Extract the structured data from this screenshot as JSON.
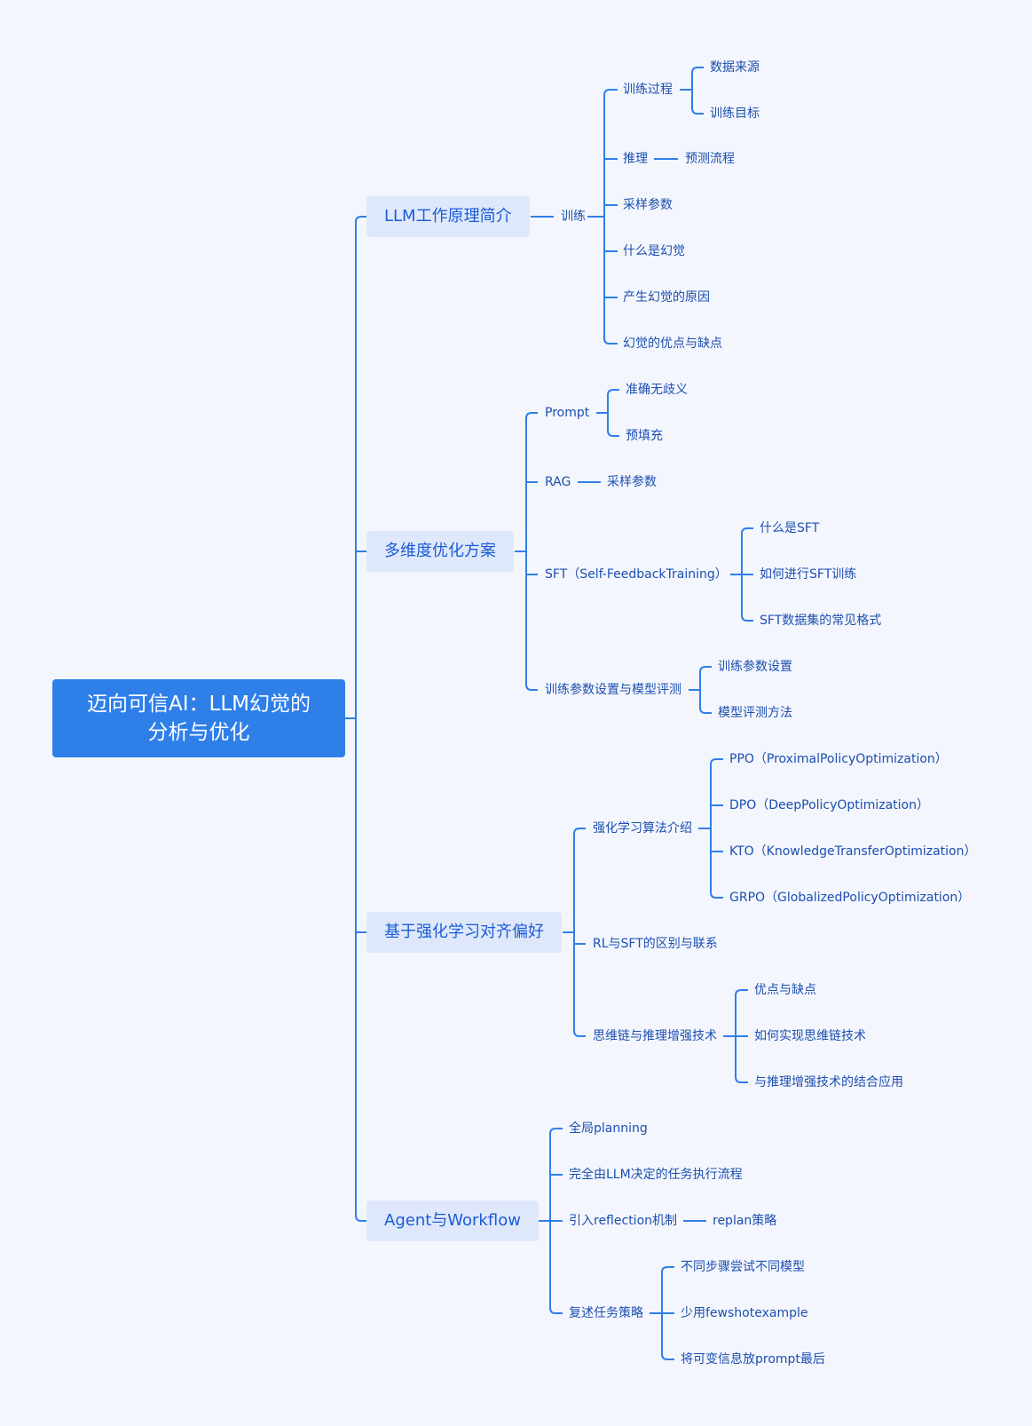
{
  "root": {
    "line1": "迈向可信AI：LLM幻觉的",
    "line2": "分析与优化"
  },
  "branches": [
    {
      "label": "LLM工作原理简介"
    },
    {
      "label": "多维度优化方案"
    },
    {
      "label": "基于强化学习对齐偏好"
    },
    {
      "label": "Agent与Workflow"
    }
  ],
  "nodes": {
    "xunlian": "训练",
    "xunlian_guocheng": "训练过程",
    "shuju_laiyuan": "数据来源",
    "xunlian_mubiao": "训练目标",
    "tuili": "推理",
    "yuce_liucheng": "预测流程",
    "caiyang_canshu_1": "采样参数",
    "shenme_huanjue": "什么是幻觉",
    "huanjue_yuanyin": "产生幻觉的原因",
    "huanjue_youque": "幻觉的优点与缺点",
    "prompt": "Prompt",
    "zhunque": "准确无歧义",
    "yutianchong": "预填充",
    "rag": "RAG",
    "caiyang_canshu_2": "采样参数",
    "sft": "SFT（Self-FeedbackTraining）",
    "shenme_sft": "什么是SFT",
    "ruhe_sft": "如何进行SFT训练",
    "sft_geshi": "SFT数据集的常见格式",
    "canshu_pingce": "训练参数设置与模型评测",
    "canshu_shezhi": "训练参数设置",
    "pingce_fangfa": "模型评测方法",
    "qianghua_suanfa": "强化学习算法介绍",
    "ppo": "PPO（ProximalPolicyOptimization）",
    "dpo": "DPO（DeepPolicyOptimization）",
    "kto": "KTO（KnowledgeTransferOptimization）",
    "grpo": "GRPO（GlobalizedPolicyOptimization）",
    "rl_sft": "RL与SFT的区别与联系",
    "siweilian": "思维链与推理增强技术",
    "youque": "优点与缺点",
    "ruhe_siweilian": "如何实现思维链技术",
    "jiehe": "与推理增强技术的结合应用",
    "quanju": "全局planning",
    "wanquan_llm": "完全由LLM决定的任务执行流程",
    "reflection": "引入reflection机制",
    "replan": "replan策略",
    "fushu": "复述任务策略",
    "butong_moxing": "不同步骤尝试不同模型",
    "shaoyong": "少用fewshotexample",
    "kebian": "将可变信息放prompt最后"
  },
  "colors": {
    "root_fill": "#2f7fe9",
    "branch_fill": "#dfe8fb",
    "line": "#2f7fe9",
    "background": "#f4f6fd"
  }
}
